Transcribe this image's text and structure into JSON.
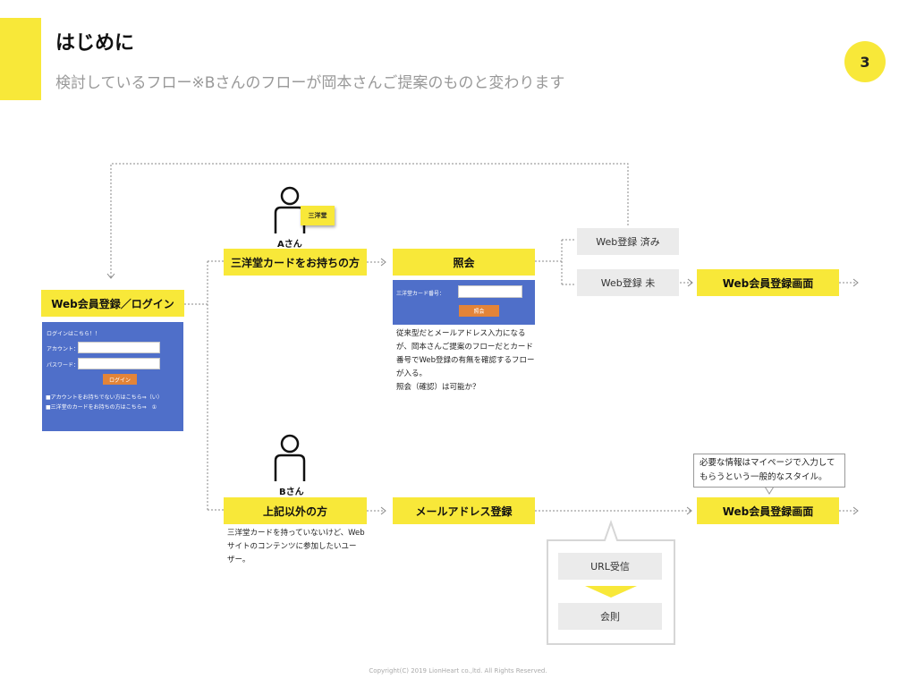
{
  "header": {
    "title": "はじめに",
    "subtitle": "検討しているフロー※Bさんのフローが岡本さんご提案のものと変わります",
    "page_number": "3"
  },
  "login": {
    "box_label": "Web会員登録／ログイン",
    "panel_heading": "ログインはこちら！！",
    "account_label": "アカウント：",
    "password_label": "パスワード：",
    "login_button": "ログイン",
    "link_no_account": "■アカウントをお持ちでない方はこちら⇒（い）",
    "link_card_holder": "■三洋堂のカードをお持ちの方はこちら⇒　①"
  },
  "person_a": {
    "label": "Aさん",
    "tag": "三洋堂",
    "box_label": "三洋堂カードをお持ちの方"
  },
  "inquiry": {
    "box_label": "照会",
    "card_number_label": "三洋堂カード番号：",
    "button_label": "照会",
    "note_lines": [
      "従来型だとメールアドレス入力になる",
      "が、岡本さんご提案のフローだとカード",
      "番号でWeb登録の有無を確認するフロー",
      "が入る。",
      "照会（確認）は可能か？"
    ]
  },
  "status": {
    "registered": "Web登録 済み",
    "not_registered": "Web登録 未"
  },
  "web_register_screen": "Web会員登録画面",
  "person_b": {
    "label": "Bさん",
    "box_label": "上記以外の方",
    "note_lines": [
      "三洋堂カードを持っていないけど、Web",
      "サイトのコンテンツに参加したいユー",
      "ザー。"
    ]
  },
  "email_register": "メールアドレス登録",
  "callout_lines": [
    "必要な情報はマイページで入力して",
    "もらうという一般的なスタイル。"
  ],
  "url_flow": {
    "step1": "URL受信",
    "step2": "会則"
  },
  "footer": {
    "copyright": "Copyright(C) 2019 LionHeart co.,ltd. All Rights Reserved."
  },
  "colors": {
    "accent_yellow": "#f8e839",
    "panel_blue": "#4f6fc9",
    "button_orange": "#e38438",
    "gray_box": "#ebebeb"
  }
}
